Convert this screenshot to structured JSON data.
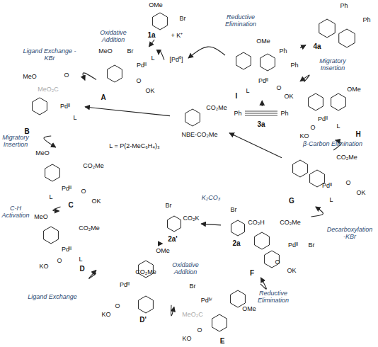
{
  "diagram": {
    "nodes": [
      {
        "text": [
          "OMe",
          "Br",
          "1a",
          "+ K⁺"
        ]
      },
      {
        "text": [
          "[Pd⁰]"
        ]
      },
      {
        "text": [
          "Ph",
          "Ph",
          "4a"
        ]
      },
      {
        "text": [
          "MeO",
          "Br",
          "Pdᴵᴵ",
          "L",
          "O",
          "OK",
          "A"
        ]
      },
      {
        "text": [
          "OMe",
          "Ph",
          "Ph",
          "Pdᴵᴵ",
          "L",
          "O",
          "OK",
          "I"
        ]
      },
      {
        "text": [
          "MeO",
          "O",
          "MeO₂C",
          "Pdᴵᴵ",
          "L",
          "B"
        ]
      },
      {
        "text": [
          "CO₂Me",
          "NBE-CO₂Me"
        ]
      },
      {
        "text": [
          "Ph",
          "Ph",
          "3a"
        ]
      },
      {
        "text": [
          "OMe",
          "Pdᴵᴵ",
          "L",
          "O",
          "KO",
          "H"
        ]
      },
      {
        "text": [
          "MeO",
          "CO₂Me",
          "Pdᴵᴵ",
          "L",
          "O",
          "OK",
          "C"
        ]
      },
      {
        "text": [
          "CO₂Me",
          "Pdᴵᴵ",
          "O",
          "OK",
          "L",
          "G"
        ]
      },
      {
        "text": [
          "MeO",
          "CO₂Me",
          "Pdᴵᴵ",
          "L",
          "O",
          "KO",
          "D"
        ]
      },
      {
        "text": [
          "Br",
          "CO₂K",
          "2a'"
        ]
      },
      {
        "text": [
          "Br",
          "CO₂H",
          "2a"
        ]
      },
      {
        "text": [
          "CO₂Me",
          "Pdᴵᴵ",
          "Br",
          "O",
          "OK",
          "F"
        ]
      },
      {
        "text": [
          "OMe",
          "CO₂Me",
          "Pdᴵᴵ",
          "O",
          "KO",
          "D'"
        ]
      },
      {
        "text": [
          "Br",
          "Pdᴵⱽ",
          "MeO₂C",
          "OMe",
          "O",
          "KO",
          "E"
        ]
      }
    ],
    "edges": [
      {
        "from": 1,
        "to": 3,
        "label": "Oxidative Addition",
        "arrow": "to"
      },
      {
        "from": 0,
        "to": 3,
        "arrow": "to"
      },
      {
        "from": 3,
        "to": 5,
        "label": "Ligand Exchange -KBr",
        "arrow": "to"
      },
      {
        "from": 5,
        "to": 9,
        "label": "Migratory Insertion",
        "arrow": "to"
      },
      {
        "from": 9,
        "to": 11,
        "label": "C-H Activation",
        "arrow": "to"
      },
      {
        "from": 11,
        "to": 15,
        "label": "Ligand Exchange",
        "arrow": "to"
      },
      {
        "from": 13,
        "to": 12,
        "label": "K₂CO₃",
        "arrow": "to"
      },
      {
        "from": 12,
        "to": 15,
        "arrow": "to"
      },
      {
        "from": 15,
        "to": 16,
        "label": "Oxidative Addition",
        "arrow": "to"
      },
      {
        "from": 16,
        "to": 14,
        "label": "Reductive Elimination",
        "arrow": "to"
      },
      {
        "from": 14,
        "to": 10,
        "label": "Decarboxylation -KBr",
        "arrow": "to"
      },
      {
        "from": 10,
        "to": 8,
        "label": "β-Carbon Elimination",
        "arrow": "to"
      },
      {
        "from": 10,
        "to": 6,
        "arrow": "to"
      },
      {
        "from": 6,
        "to": 5,
        "arrow": "to"
      },
      {
        "from": 8,
        "to": 4,
        "label": "Migratory Insertion",
        "arrow": "to"
      },
      {
        "from": 7,
        "to": 4,
        "arrow": "to"
      },
      {
        "from": 4,
        "to": 1,
        "label": "Reductive Elimination",
        "arrow": "to"
      },
      {
        "from": 4,
        "to": 2,
        "arrow": "to"
      }
    ],
    "labels": [
      "L = P(2-MeC₆H₄)₃"
    ]
  }
}
